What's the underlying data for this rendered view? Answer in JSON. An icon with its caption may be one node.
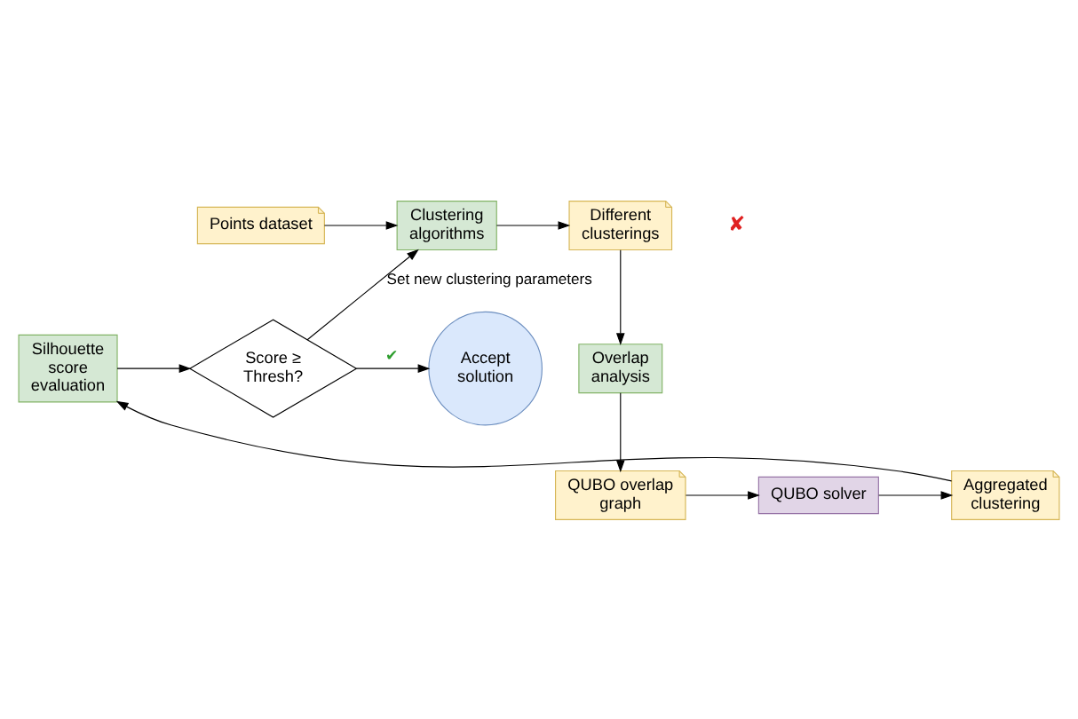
{
  "diagram": {
    "nodes": [
      {
        "text": [
          "Points dataset"
        ]
      },
      {
        "text": [
          "Clustering algorithms"
        ]
      },
      {
        "text": [
          "Different clusterings"
        ]
      },
      {
        "text": [
          "Overlap analysis"
        ]
      },
      {
        "text": [
          "QUBO overlap graph"
        ]
      },
      {
        "text": [
          "QUBO solver"
        ]
      },
      {
        "text": [
          "Aggregated clustering"
        ]
      },
      {
        "text": [
          "Silhouette score evaluation"
        ]
      },
      {
        "text": [
          "Score ≥ Thresh?"
        ]
      },
      {
        "text": [
          "Accept solution"
        ]
      }
    ],
    "edges": [
      {
        "from": 0,
        "to": 1,
        "arrow": "to"
      },
      {
        "from": 1,
        "to": 2,
        "arrow": "to"
      },
      {
        "from": 2,
        "to": 3,
        "arrow": "to"
      },
      {
        "from": 3,
        "to": 4,
        "arrow": "to"
      },
      {
        "from": 4,
        "to": 5,
        "arrow": "to"
      },
      {
        "from": 5,
        "to": 6,
        "arrow": "to"
      },
      {
        "from": 6,
        "to": 7,
        "arrow": "to"
      },
      {
        "from": 7,
        "to": 8,
        "arrow": "to"
      },
      {
        "from": 8,
        "to": 9,
        "arrow": "to",
        "label": "✔"
      },
      {
        "from": 8,
        "to": 1,
        "arrow": "to",
        "label": "Set new clustering parameters"
      }
    ],
    "labels": [
      "✘"
    ]
  }
}
